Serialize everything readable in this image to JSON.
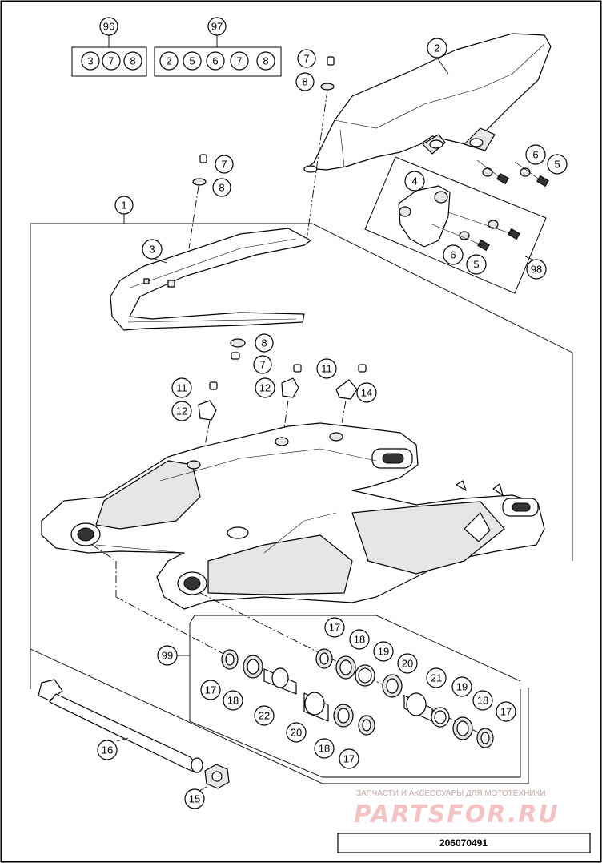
{
  "kit_96": {
    "label": "96",
    "members": [
      "3",
      "7",
      "8"
    ]
  },
  "kit_97": {
    "label": "97",
    "members": [
      "2",
      "5",
      "6",
      "7",
      "8"
    ]
  },
  "kit_98": {
    "label": "98"
  },
  "kit_99": {
    "label": "99"
  },
  "callouts": {
    "c1": "1",
    "c2": "2",
    "c3": "3",
    "c4": "4",
    "c5a": "5",
    "c5b": "5",
    "c6a": "6",
    "c6b": "6",
    "c7a": "7",
    "c7b": "7",
    "c7c": "7",
    "c8a": "8",
    "c8b": "8",
    "c8c": "8",
    "c11a": "11",
    "c11b": "11",
    "c12a": "12",
    "c12b": "12",
    "c14": "14",
    "c15": "15",
    "c16": "16",
    "c17a": "17",
    "c17b": "17",
    "c17c": "17",
    "c17d": "17",
    "c18a": "18",
    "c18b": "18",
    "c18c": "18",
    "c18d": "18",
    "c19a": "19",
    "c19b": "19",
    "c20a": "20",
    "c20b": "20",
    "c21": "21",
    "c22": "22"
  },
  "watermark": {
    "tagline": "ЗАПЧАСТИ И АКСЕССУАРЫ ДЛЯ МОТОТЕХНИКИ",
    "logo": "PARTSFOR.RU"
  },
  "drawing_code": "206070491"
}
